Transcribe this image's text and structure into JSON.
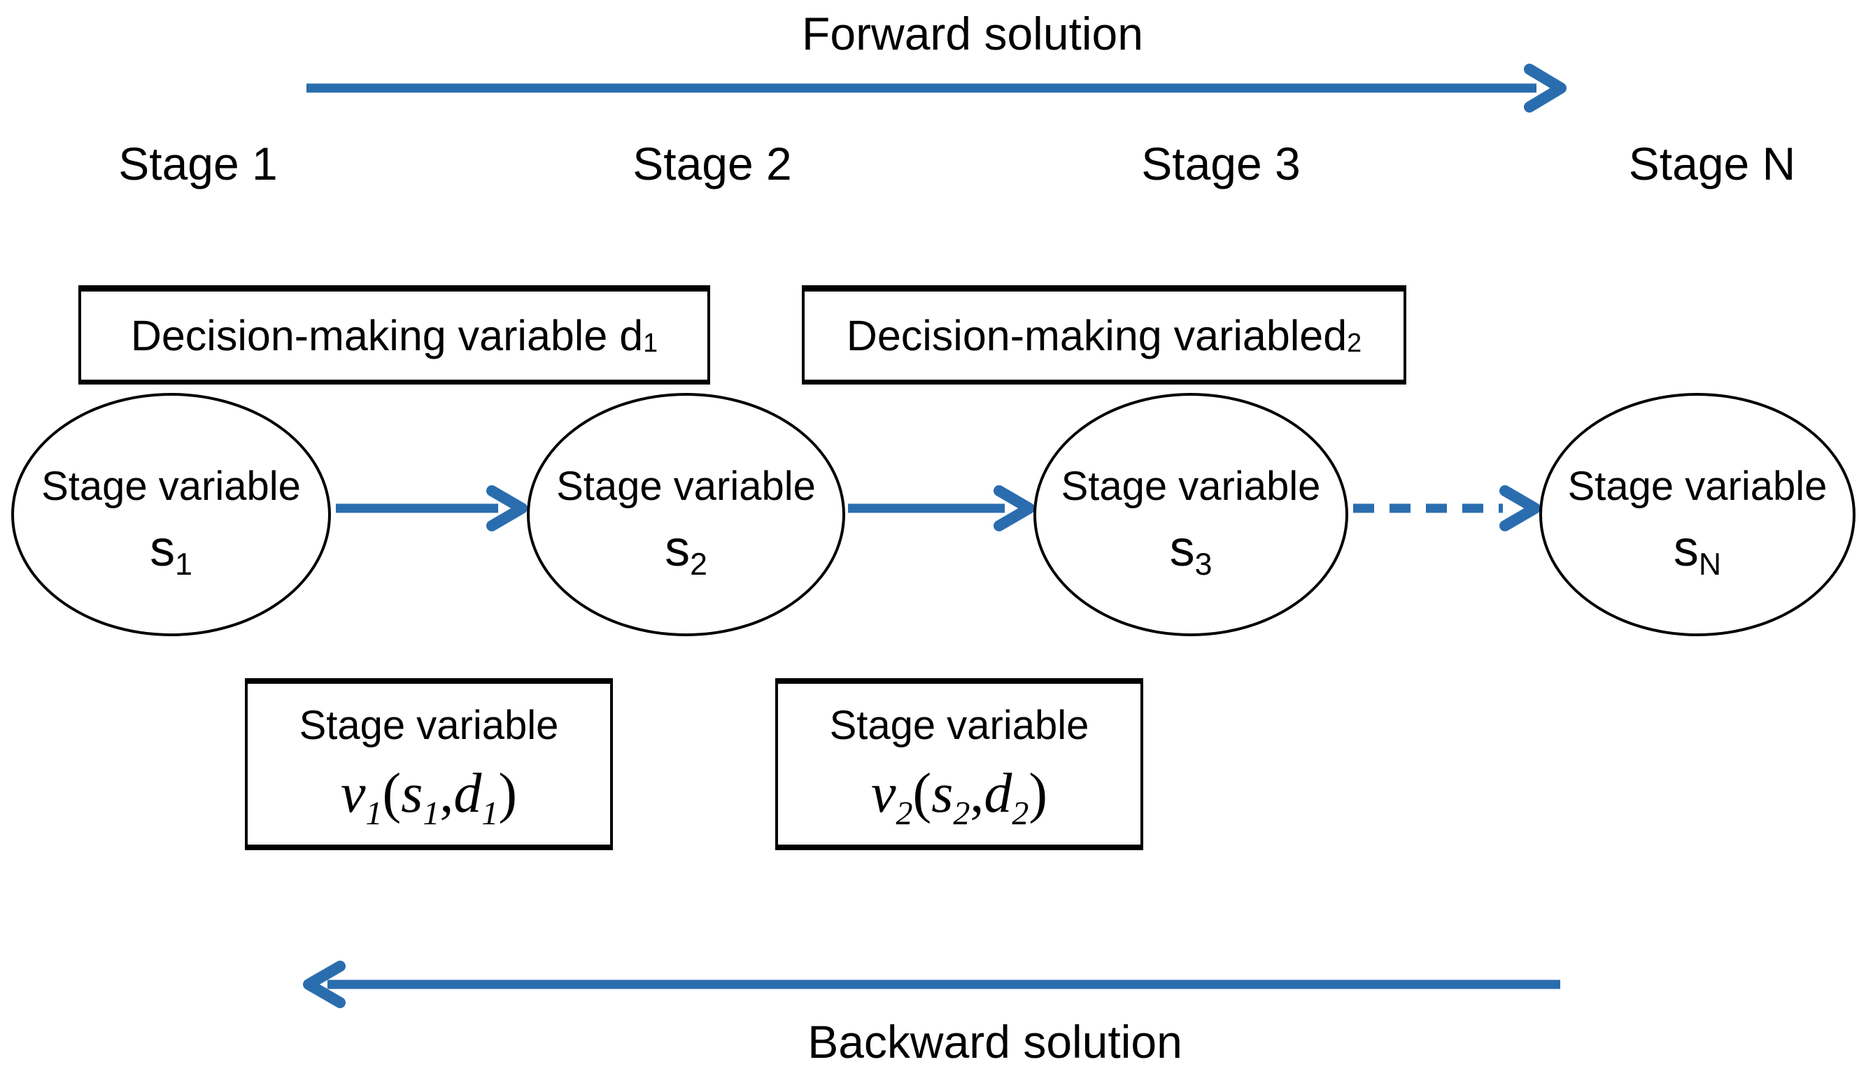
{
  "accent_color": "#2A6DAF",
  "header": {
    "forward_label": "Forward solution"
  },
  "footer": {
    "backward_label": "Backward solution"
  },
  "stage_labels": [
    {
      "label": "Stage 1"
    },
    {
      "label": "Stage 2"
    },
    {
      "label": "Stage 3"
    },
    {
      "label": "Stage N"
    }
  ],
  "decision_boxes": [
    {
      "text": "Decision-making variable d",
      "sub": "1"
    },
    {
      "text": "Decision-making variabled",
      "sub": "2"
    }
  ],
  "state_nodes": [
    {
      "line1": "Stage variable",
      "symbol": "s",
      "sub": "1"
    },
    {
      "line1": "Stage variable",
      "symbol": "s",
      "sub": "2"
    },
    {
      "line1": "Stage variable",
      "symbol": "s",
      "sub": "3"
    },
    {
      "line1": "Stage variable",
      "symbol": "s",
      "sub": "N"
    }
  ],
  "value_boxes": [
    {
      "title": "Stage variable",
      "formula": [
        {
          "t": "v",
          "i": 1
        },
        {
          "t": "1",
          "s": 1
        },
        {
          "t": "("
        },
        {
          "t": "s",
          "i": 1
        },
        {
          "t": "1",
          "s": 1
        },
        {
          "t": ","
        },
        {
          "t": "d",
          "i": 1
        },
        {
          "t": "1",
          "s": 1
        },
        {
          "t": ")"
        }
      ]
    },
    {
      "title": "Stage variable",
      "formula": [
        {
          "t": "v",
          "i": 1
        },
        {
          "t": "2",
          "s": 1
        },
        {
          "t": "("
        },
        {
          "t": "s",
          "i": 1
        },
        {
          "t": "2",
          "s": 1
        },
        {
          "t": ","
        },
        {
          "t": "d",
          "i": 1
        },
        {
          "t": "2",
          "s": 1
        },
        {
          "t": ")"
        }
      ]
    }
  ]
}
